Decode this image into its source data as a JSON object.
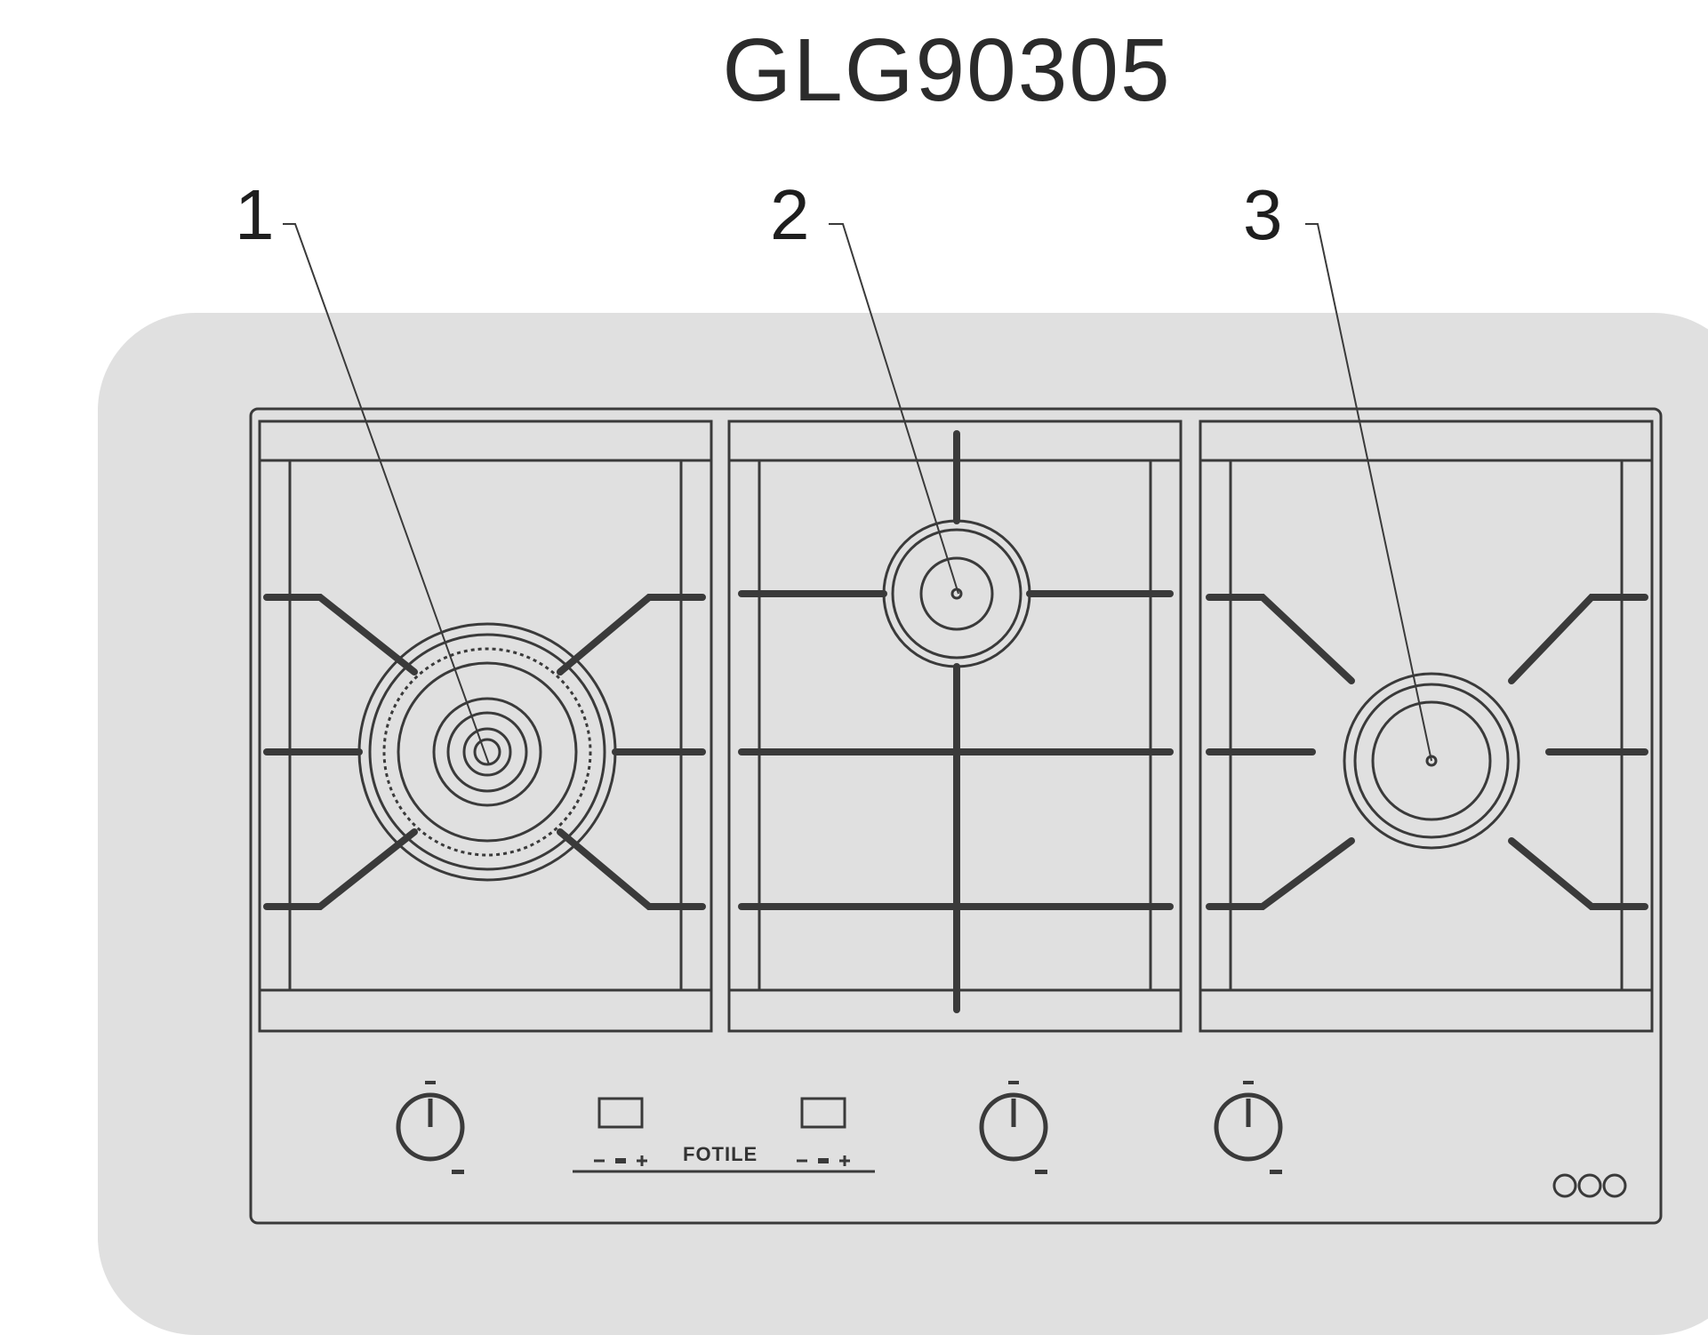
{
  "diagram": {
    "model": "GLG90305",
    "callouts": [
      "1",
      "2",
      "3"
    ],
    "brand": "FOTILE"
  },
  "colors": {
    "panel_bg": "#e0e0e0",
    "line": "#3a3a3a"
  }
}
